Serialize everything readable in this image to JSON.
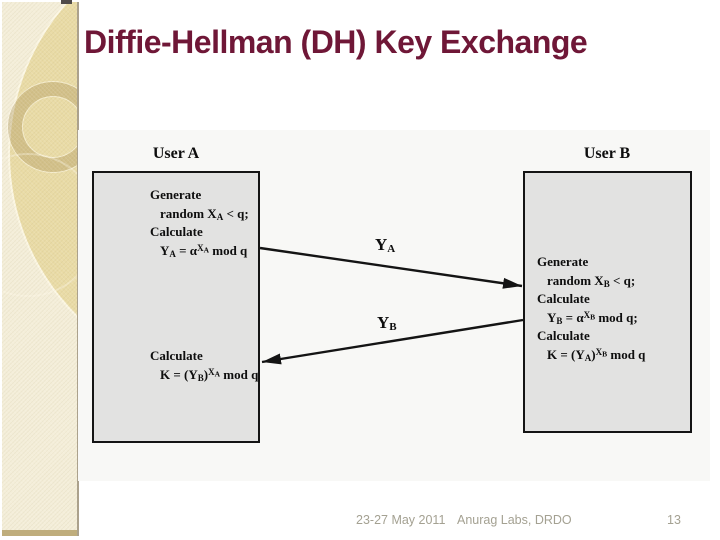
{
  "slide": {
    "title": "Diffie-Hellman (DH) Key Exchange",
    "footer": {
      "date": "23-27 May 2011",
      "org": "Anurag Labs, DRDO",
      "page": "13"
    }
  },
  "theme": {
    "title_color": "#6f1737",
    "sidebar_tan": "#e9dba6",
    "sidebar_light": "#f4eed9",
    "figure_bg": "#f8f8f6",
    "box_fill": "#e2e2e1",
    "arrow_color": "#141414",
    "footer_color": "#a4a192"
  },
  "diagram": {
    "user_a": {
      "label": "User A",
      "top_lines": [
        "Generate",
        "random X~A~ < q;",
        "Calculate",
        "Y~A~ = α^X~A~^ mod q"
      ],
      "bottom_lines": [
        "Calculate",
        "K = (Y~B~)^X~A~^ mod q"
      ]
    },
    "user_b": {
      "label": "User B",
      "lines": [
        "Generate",
        "random X~B~ < q;",
        "Calculate",
        "Y~B~ = α^X~B~^ mod q;",
        "Calculate",
        "K = (Y~A~)^X~B~^ mod q"
      ]
    },
    "message_a_to_b": {
      "label": "Y~A~"
    },
    "message_b_to_a": {
      "label": "Y~B~"
    }
  }
}
